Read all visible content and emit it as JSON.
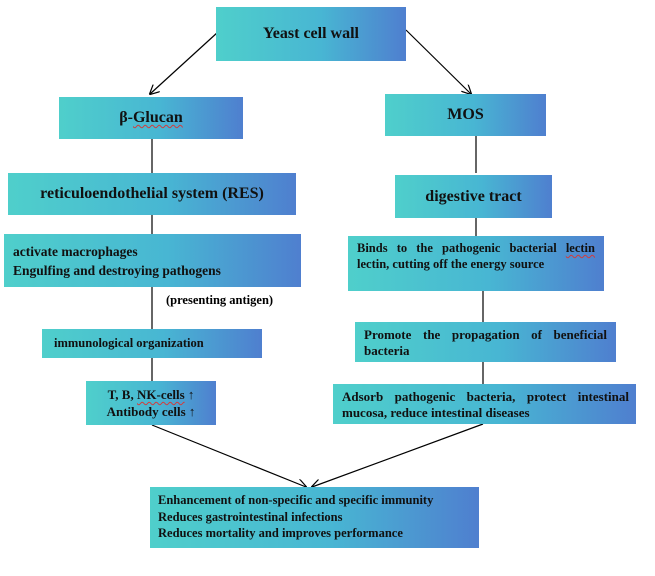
{
  "top": {
    "title": "Yeast cell wall"
  },
  "left": {
    "glucan": {
      "prefix": "β-",
      "name": "Glucan"
    },
    "res": "reticuloendothelial system (RES)",
    "macro": {
      "line1": "activate macrophages",
      "line2": "Engulfing and destroying pathogens"
    },
    "presenting": "(presenting antigen)",
    "immuno": "immunological organization",
    "cells": {
      "line1_pre": "T, B, ",
      "line1_nk": "NK-cells",
      "line1_post": " ↑",
      "line2": "Antibody cells ↑"
    }
  },
  "right": {
    "mos": "MOS",
    "digestive": "digestive tract",
    "binds": {
      "pre": "Binds to the pathogenic bacterial ",
      "lectin": "lectin",
      "post": " lectin, cutting off the energy source"
    },
    "promote": "Promote the propagation of beneficial bacteria",
    "adsorb": "Adsorb pathogenic bacteria, protect intestinal mucosa, reduce intestinal diseases"
  },
  "bottom": {
    "line1": "Enhancement of non-specific and specific immunity",
    "line2": "Reduces gastrointestinal infections",
    "line3": "Reduces mortality and improves performance"
  }
}
